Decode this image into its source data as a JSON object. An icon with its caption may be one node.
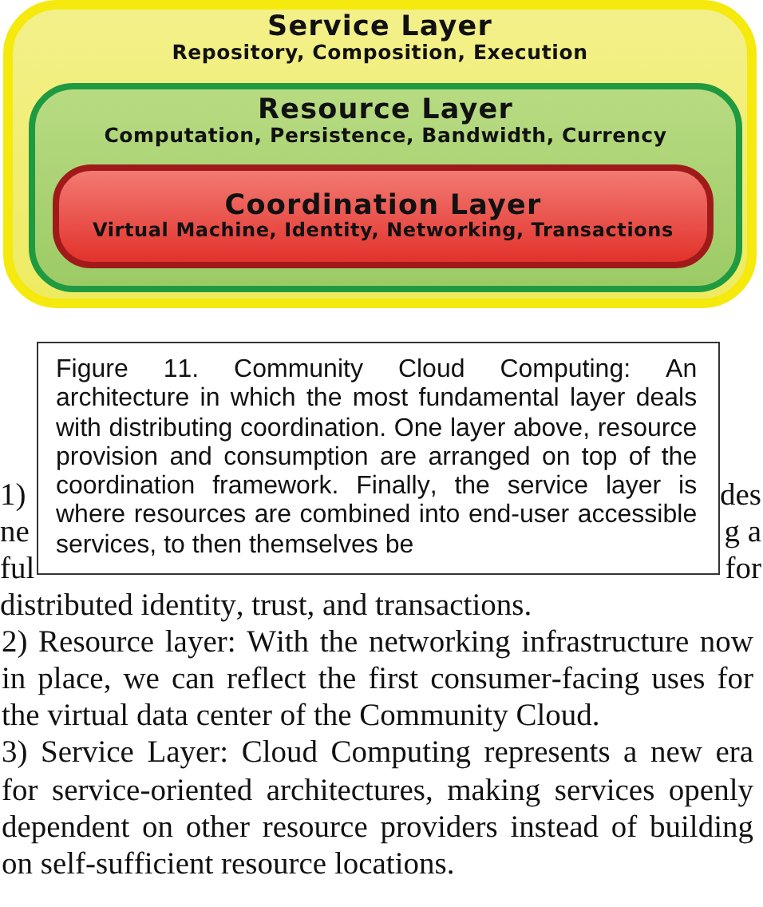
{
  "diagram": {
    "nodes": [
      {
        "text": [
          "Service Layer",
          "Repository, Composition, Execution"
        ]
      },
      {
        "text": [
          "Resource Layer",
          "Computation, Persistence, Bandwidth, Currency"
        ],
        "in": 0
      },
      {
        "text": [
          "Coordination Layer",
          "Virtual Machine, Identity, Networking, Transactions"
        ],
        "in": 1
      },
      {
        "text": [
          "Figure 11. Community Cloud Computing: An architecture in which the most fundamental layer deals with distributing coordination. One layer above, resource provision and consumption are arranged on top of the coordination framework. Finally, the service layer is where resources are combined into end-user accessible services, to then themselves be"
        ]
      }
    ],
    "labels": [
      "1)",
      "des",
      "ne",
      "g a",
      "ful",
      "for",
      "distributed identity, trust, and transactions.",
      "2) Resource layer: With the networking infrastructure now in place, we can reflect the first consumer-facing uses for the virtual data center of the Community Cloud.",
      "3) Service Layer: Cloud Computing represents a new era for service-oriented architectures, making services openly dependent on other resource providers instead of building on self-sufficient resource locations."
    ]
  }
}
